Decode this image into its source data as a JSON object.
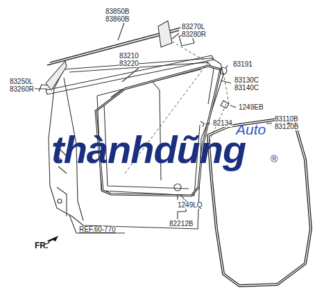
{
  "diagram": {
    "labels": [
      "83850B",
      "83860B",
      "83270L",
      "83280R",
      "83210",
      "83220",
      "83191",
      "83250L",
      "83260R",
      "83130C",
      "83140C",
      "1249EB",
      "82134",
      "83110B",
      "83120B",
      "thànhdũng",
      "Auto",
      "®",
      "1249LQ",
      "82212B",
      "REF.60-770",
      "FR."
    ]
  }
}
